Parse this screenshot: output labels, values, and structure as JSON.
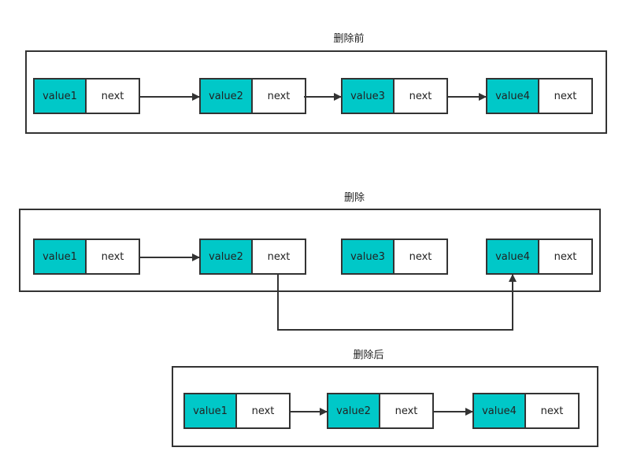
{
  "diagram": {
    "before": {
      "title": "删除前",
      "nodes": [
        {
          "value": "value1",
          "next": "next"
        },
        {
          "value": "value2",
          "next": "next"
        },
        {
          "value": "value3",
          "next": "next"
        },
        {
          "value": "value4",
          "next": "next"
        }
      ]
    },
    "deleting": {
      "title": "删除",
      "nodes": [
        {
          "value": "value1",
          "next": "next"
        },
        {
          "value": "value2",
          "next": "next"
        },
        {
          "value": "value3",
          "next": "next"
        },
        {
          "value": "value4",
          "next": "next"
        }
      ]
    },
    "after": {
      "title": "删除后",
      "nodes": [
        {
          "value": "value1",
          "next": "next"
        },
        {
          "value": "value2",
          "next": "next"
        },
        {
          "value": "value4",
          "next": "next"
        }
      ]
    },
    "colors": {
      "value_fill": "#00c8c8",
      "stroke": "#333333"
    }
  }
}
